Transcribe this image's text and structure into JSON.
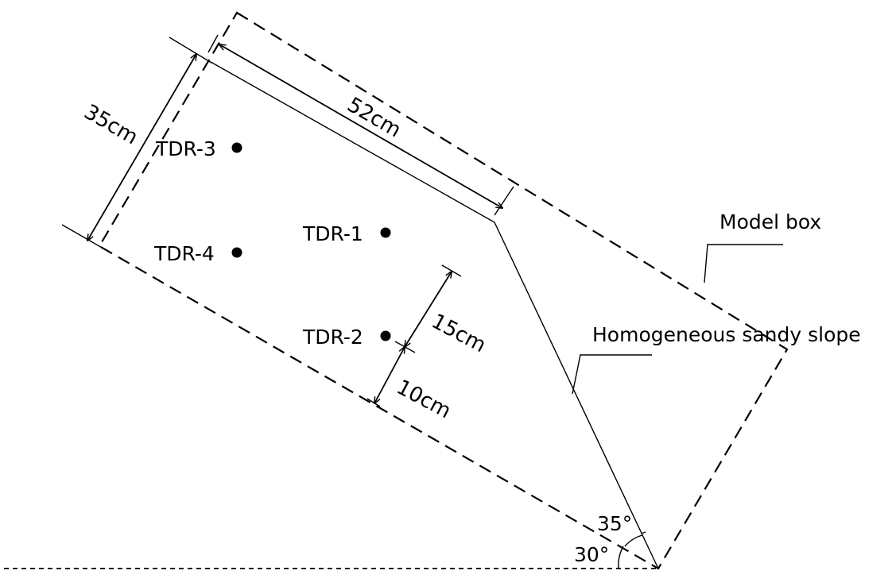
{
  "labels": {
    "model_box": "Model box",
    "sandy_slope": "Homogeneous sandy slope",
    "length_top": "52cm",
    "width_left": "35cm",
    "dim_15": "15cm",
    "dim_10": "10cm",
    "angle_35": "35°",
    "angle_30": "30°"
  },
  "sensors": [
    {
      "label": "TDR-1"
    },
    {
      "label": "TDR-2"
    },
    {
      "label": "TDR-3"
    },
    {
      "label": "TDR-4"
    }
  ]
}
